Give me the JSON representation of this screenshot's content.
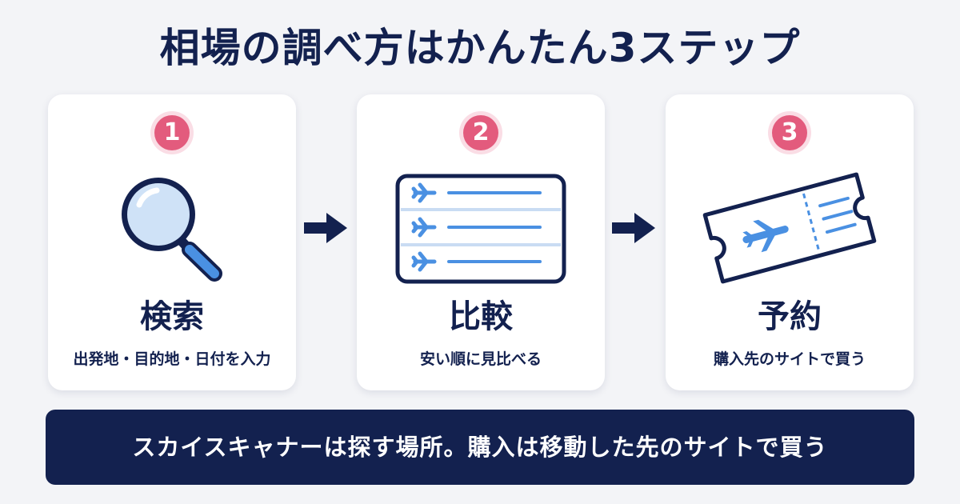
{
  "title": "相場の調べ方はかんたん3ステップ",
  "steps": [
    {
      "number": "1",
      "title": "検索",
      "description": "出発地・目的地・日付を入力",
      "icon": "magnifier-icon"
    },
    {
      "number": "2",
      "title": "比較",
      "description": "安い順に見比べる",
      "icon": "flight-list-icon"
    },
    {
      "number": "3",
      "title": "予約",
      "description": "購入先のサイトで買う",
      "icon": "ticket-icon"
    }
  ],
  "banner": "スカイスキャナーは探す場所。購入は移動した先のサイトで買う",
  "colors": {
    "navy": "#13214f",
    "pink": "#e35b7d",
    "blue": "#4a90e2",
    "background": "#f3f4f7"
  }
}
